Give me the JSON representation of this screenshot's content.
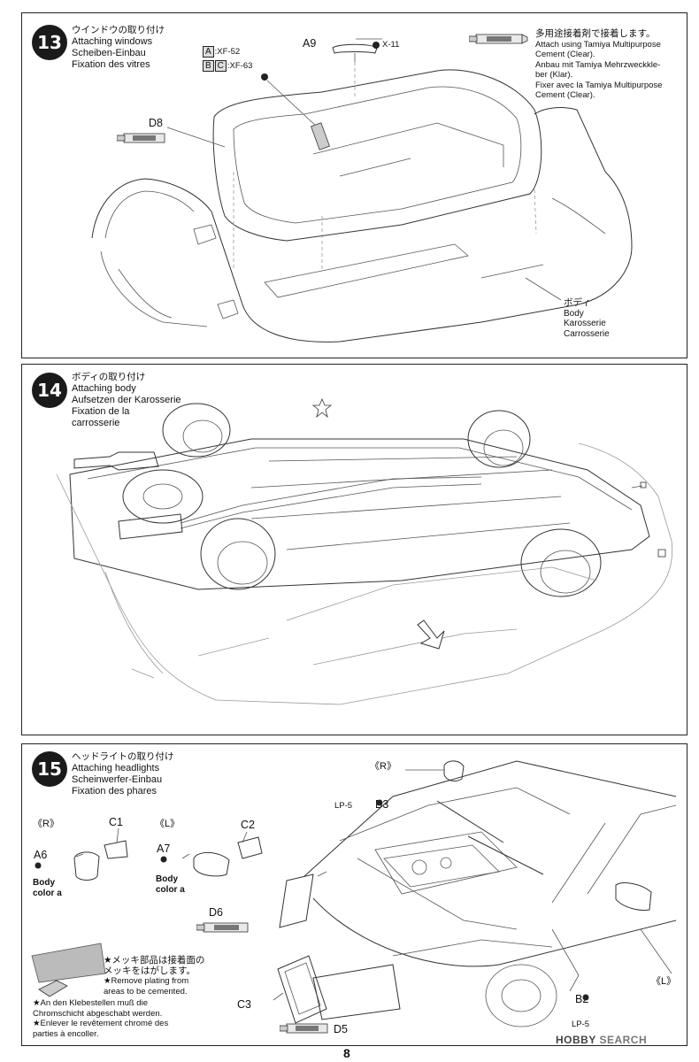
{
  "page_number": "8",
  "watermark": {
    "brand": "HOBBY",
    "suffix": "SEARCH"
  },
  "step13": {
    "number": "13",
    "title_jp": "ウインドウの取り付け",
    "title_en": "Attaching windows",
    "title_de": "Scheiben-Einbau",
    "title_fr": "Fixation des vitres",
    "paint_a_letter": "A",
    "paint_a_code": ":XF-52",
    "paint_bc_letter_b": "B",
    "paint_bc_letter_c": "C",
    "paint_bc_code": ":XF-63",
    "part_a9": "A9",
    "part_x11": "X-11",
    "part_d8": "D8",
    "cement_jp": "多用途接着剤で接着します。",
    "cement_en1": "Attach using Tamiya Multipurpose",
    "cement_en2": "Cement (Clear).",
    "cement_de1": "Anbau mit Tamiya Mehrzweckkle-",
    "cement_de2": "ber (Klar).",
    "cement_fr1": "Fixer avec la Tamiya Multipurpose",
    "cement_fr2": "Cement (Clear).",
    "body_jp": "ボディ",
    "body_en": "Body",
    "body_de": "Karosserie",
    "body_fr": "Carrosserie"
  },
  "step14": {
    "number": "14",
    "title_jp": "ボディの取り付け",
    "title_en": "Attaching body",
    "title_de": "Aufsetzen der Karosserie",
    "title_fr1": "Fixation de la",
    "title_fr2": "carrosserie"
  },
  "step15": {
    "number": "15",
    "title_jp": "ヘッドライトの取り付け",
    "title_en": "Attaching headlights",
    "title_de": "Scheinwerfer-Einbau",
    "title_fr": "Fixation des phares",
    "r_label_left": "《R》",
    "l_label_left": "《L》",
    "r_label_top": "《R》",
    "l_label_right": "《L》",
    "part_c1": "C1",
    "part_c2": "C2",
    "part_a6": "A6",
    "part_a7": "A7",
    "body_color_line1": "Body",
    "body_color_line2": "color a",
    "part_d6": "D6",
    "part_c3": "C3",
    "part_d5": "D5",
    "part_b3": "B3",
    "lp5_left": "LP-5",
    "part_b2": "B2",
    "lp5_bottom": "LP-5",
    "note_jp1": "★メッキ部品は接着面の",
    "note_jp2": "メッキをはがします。",
    "note_en1": "★Remove plating from",
    "note_en2": "areas to be cemented.",
    "note_de1": "★An den Klebestellen muß die",
    "note_de2": "Chromschicht abgeschabt werden.",
    "note_fr1": "★Enlever le revêtement chromé des",
    "note_fr2": "parties à encoller."
  }
}
